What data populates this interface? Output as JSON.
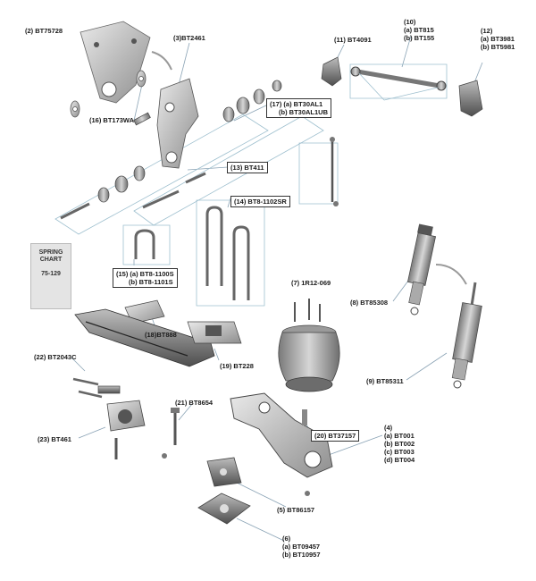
{
  "callouts": {
    "c2": {
      "lines": [
        "(2) BT75728"
      ]
    },
    "c3": {
      "lines": [
        "(3)BT2461"
      ]
    },
    "c16": {
      "lines": [
        "(16) BT173WA"
      ]
    },
    "c17": {
      "lines": [
        "(17) (a) BT30AL1",
        "(b) BT30AL1UB"
      ]
    },
    "c11": {
      "lines": [
        "(11) BT4091"
      ]
    },
    "c10": {
      "lines": [
        "(10)",
        "(a) BT815",
        "(b) BT155"
      ]
    },
    "c12": {
      "lines": [
        "(12)",
        "(a) BT3981",
        "(b) BT5981"
      ]
    },
    "c13": {
      "lines": [
        "(13) BT411"
      ]
    },
    "c14": {
      "lines": [
        "(14) BT8-1102SR"
      ]
    },
    "c15": {
      "lines": [
        "(15) (a) BT8-1100S",
        "(b) BT8-1101S"
      ]
    },
    "c7": {
      "lines": [
        "(7) 1R12-069"
      ]
    },
    "c8": {
      "lines": [
        "(8) BT85308"
      ]
    },
    "c18": {
      "lines": [
        "(18)BT888"
      ]
    },
    "c19": {
      "lines": [
        "(19) BT228"
      ]
    },
    "c22": {
      "lines": [
        "(22) BT2043C"
      ]
    },
    "c9": {
      "lines": [
        "(9) BT85311"
      ]
    },
    "c21": {
      "lines": [
        "(21) BT8654"
      ]
    },
    "c4": {
      "lines": [
        "(4)",
        "(a) BT001",
        "(b) BT002",
        "(c) BT003",
        "(d) BT004"
      ]
    },
    "c20": {
      "lines": [
        "(20) BT37157"
      ]
    },
    "c23": {
      "lines": [
        "(23) BT461"
      ]
    },
    "c5": {
      "lines": [
        "(5) BT86157"
      ]
    },
    "c6": {
      "lines": [
        "(6)",
        "(a)  BT09457",
        "(b)  BT10957"
      ]
    }
  },
  "spring_chart": {
    "title": "SPRING CHART",
    "range": "75-129"
  }
}
